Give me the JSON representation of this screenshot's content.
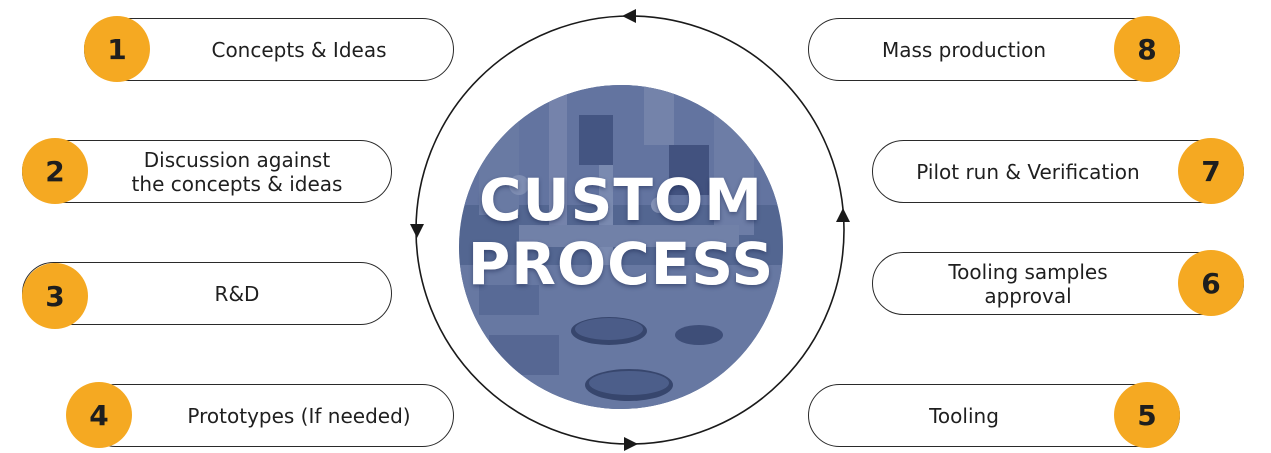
{
  "center": {
    "line1": "CUSTOM",
    "line2": "PROCESS"
  },
  "steps": [
    {
      "num": "1",
      "label": "Concepts & Ideas"
    },
    {
      "num": "2",
      "label": "Discussion against\nthe concepts & ideas"
    },
    {
      "num": "3",
      "label": "R&D"
    },
    {
      "num": "4",
      "label": "Prototypes (If needed)"
    },
    {
      "num": "5",
      "label": "Tooling"
    },
    {
      "num": "6",
      "label": "Tooling samples\napproval"
    },
    {
      "num": "7",
      "label": "Pilot run & Verification"
    },
    {
      "num": "8",
      "label": "Mass production"
    }
  ],
  "colors": {
    "badge": "#f5a922",
    "photo_tint": "#4c6296",
    "outline": "#2a2a2a"
  }
}
